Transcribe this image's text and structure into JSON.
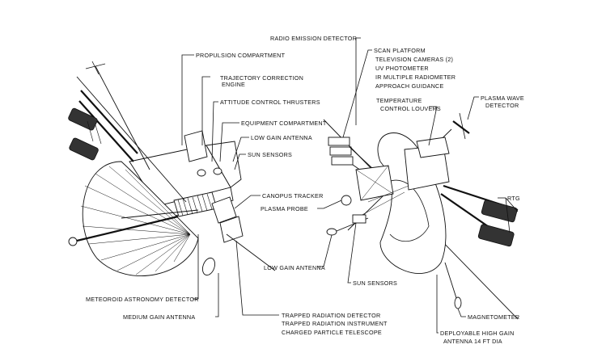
{
  "labels": {
    "propulsion": "PROPULSION COMPARTMENT",
    "trajectory_1": "TRAJECTORY CORRECTION",
    "trajectory_2": "ENGINE",
    "attitude": "ATTITUDE CONTROL THRUSTERS",
    "equipment": "EQUIPMENT COMPARTMENT",
    "low_gain_left": "LOW GAIN ANTENNA",
    "sun_sensors_left": "SUN SENSORS",
    "canopus": "CANOPUS TRACKER",
    "plasma_probe": "PLASMA PROBE",
    "meteoroid": "METEOROID ASTRONOMY DETECTOR",
    "medium_gain": "MEDIUM GAIN ANTENNA",
    "trapped_1": "TRAPPED RADIATION DETECTOR",
    "trapped_2": "TRAPPED RADIATION INSTRUMENT",
    "trapped_3": "CHARGED PARTICLE TELESCOPE",
    "radio_emission": "RADIO EMISSION DETECTOR",
    "scan_platform": "SCAN PLATFORM",
    "tv_cameras": "TELEVISION CAMERAS (2)",
    "uv_photometer": "UV PHOTOMETER",
    "ir_radiometer": "IR MULTIPLE RADIOMETER",
    "approach": "APPROACH GUIDANCE",
    "temperature_1": "TEMPERATURE",
    "temperature_2": "CONTROL LOUVERS",
    "plasma_wave_1": "PLASMA WAVE",
    "plasma_wave_2": "DETECTOR",
    "rtg": "RTG",
    "low_gain_right": "LOW GAIN ANTENNA",
    "sun_sensors_right": "SUN SENSORS",
    "magnetometer": "MAGNETOMETER",
    "high_gain_1": "DEPLOYABLE HIGH GAIN",
    "high_gain_2": "ANTENNA 14 FT DIA"
  }
}
